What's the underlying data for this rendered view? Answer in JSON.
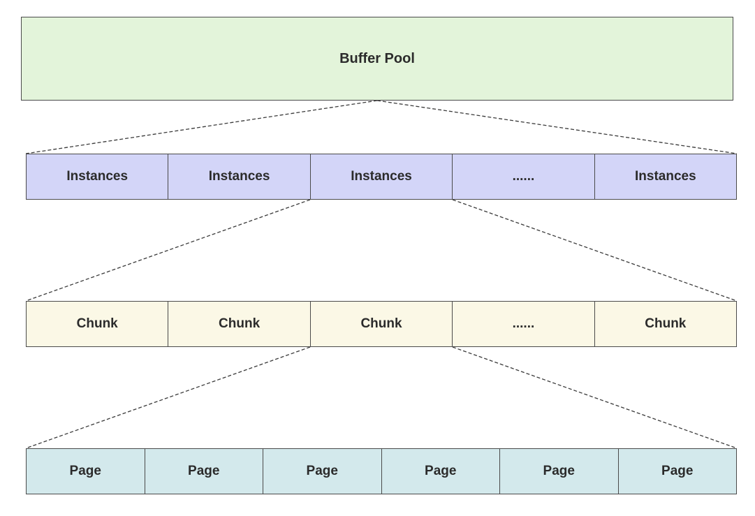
{
  "buffer_pool": {
    "label": "Buffer Pool"
  },
  "instances": [
    "Instances",
    "Instances",
    "Instances",
    "......",
    "Instances"
  ],
  "chunks": [
    "Chunk",
    "Chunk",
    "Chunk",
    "......",
    "Chunk"
  ],
  "pages": [
    "Page",
    "Page",
    "Page",
    "Page",
    "Page",
    "Page"
  ],
  "colors": {
    "buffer_pool_fill": "#e3f4da",
    "instances_fill": "#d3d5f8",
    "chunk_fill": "#fbf8e6",
    "page_fill": "#d3e9ec",
    "border": "#4a4a4a",
    "connector": "#3a3a3a"
  }
}
